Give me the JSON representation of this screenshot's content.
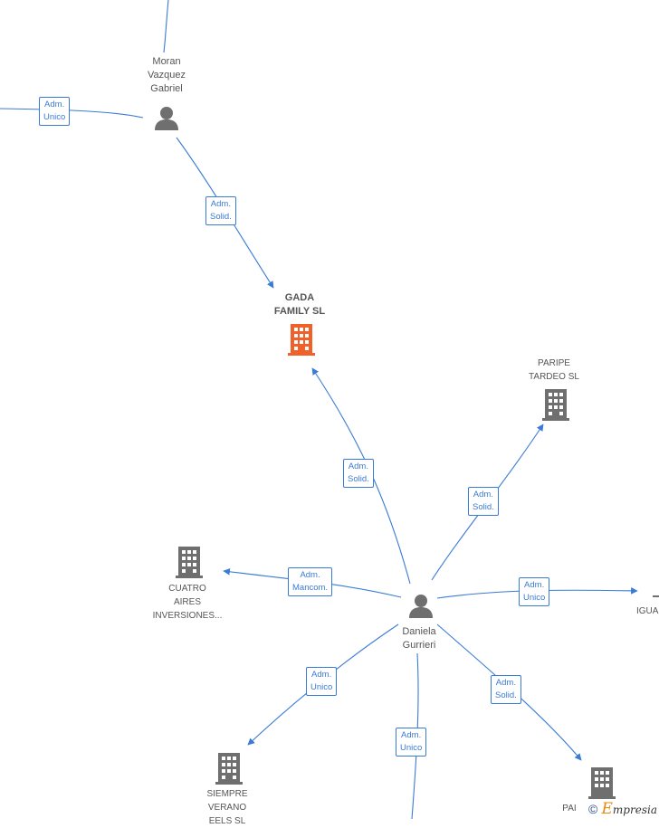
{
  "nodes": {
    "moran": {
      "name": "Moran\nVazquez\nGabriel",
      "type": "person"
    },
    "gada": {
      "name": "GADA\nFAMILY  SL",
      "type": "company-focus"
    },
    "paripe": {
      "name": "PARIPE\nTARDEO  SL",
      "type": "company"
    },
    "cuatro": {
      "name": "CUATRO\nAIRES\nINVERSIONES...",
      "type": "company"
    },
    "daniela": {
      "name": "Daniela\nGurrieri",
      "type": "person"
    },
    "igua": {
      "name": "IGUA",
      "type": "company"
    },
    "siempre": {
      "name": "SIEMPRE\nVERANO\nEELS  SL",
      "type": "company"
    },
    "pai": {
      "name": "PAI",
      "type": "company"
    }
  },
  "edges": {
    "e1": {
      "line1": "Adm.",
      "line2": "Unico"
    },
    "e2": {
      "line1": "Adm.",
      "line2": "Solid."
    },
    "e3": {
      "line1": "Adm.",
      "line2": "Solid."
    },
    "e4": {
      "line1": "Adm.",
      "line2": "Solid."
    },
    "e5": {
      "line1": "Adm.",
      "line2": "Mancom."
    },
    "e6": {
      "line1": "Adm.",
      "line2": "Unico"
    },
    "e7": {
      "line1": "Adm.",
      "line2": "Unico"
    },
    "e8": {
      "line1": "Adm.",
      "line2": "Solid."
    },
    "e9": {
      "line1": "Adm.",
      "line2": "Unico"
    }
  },
  "colors": {
    "edge": "#3a7bd5",
    "person": "#6f6f6f",
    "company": "#6f6f6f",
    "focus": "#f0602a"
  },
  "watermark": {
    "symbol": "©",
    "brand_initial": "E",
    "brand_rest": "mpresia"
  }
}
